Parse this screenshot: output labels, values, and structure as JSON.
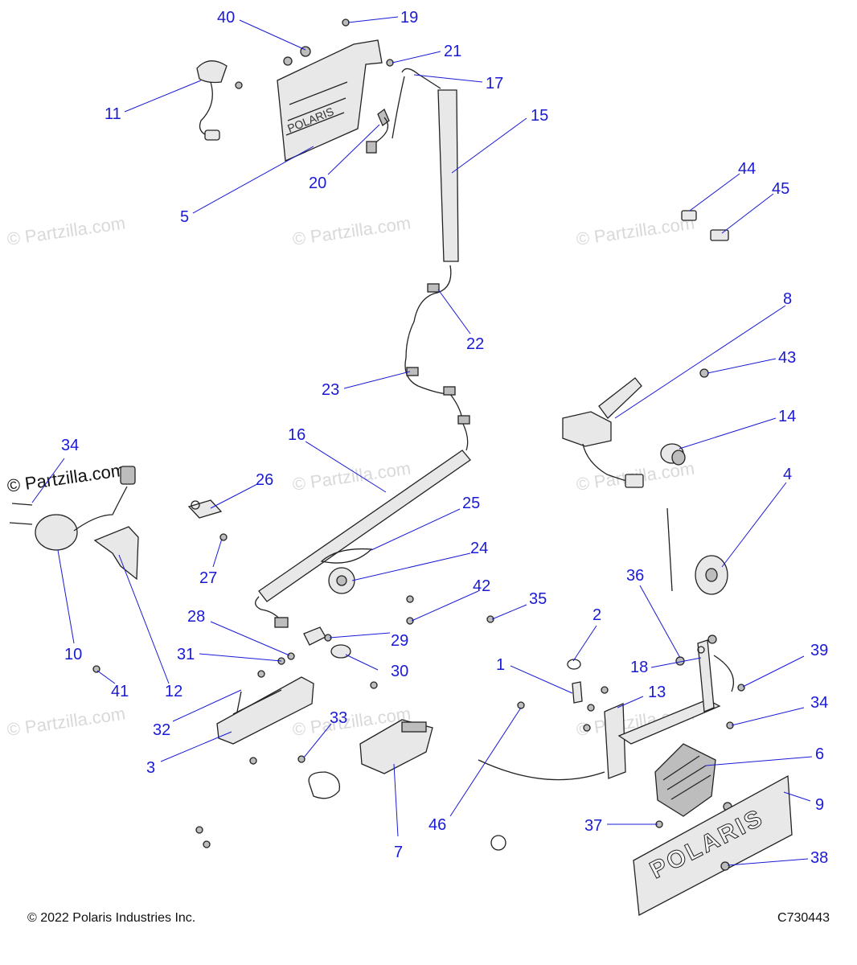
{
  "watermark_text": "© Partzilla.com",
  "brand_plate_text": "POLARIS",
  "bracket_text": "POLARIS",
  "footer": {
    "copyright": "© 2022 Polaris Industries Inc.",
    "diagram_code": "C730443"
  },
  "callouts": [
    {
      "id": "c40",
      "label": "40"
    },
    {
      "id": "c19",
      "label": "19"
    },
    {
      "id": "c21",
      "label": "21"
    },
    {
      "id": "c17",
      "label": "17"
    },
    {
      "id": "c11",
      "label": "11"
    },
    {
      "id": "c15",
      "label": "15"
    },
    {
      "id": "c20",
      "label": "20"
    },
    {
      "id": "c5",
      "label": "5"
    },
    {
      "id": "c44",
      "label": "44"
    },
    {
      "id": "c45",
      "label": "45"
    },
    {
      "id": "c22",
      "label": "22"
    },
    {
      "id": "c8",
      "label": "8"
    },
    {
      "id": "c43",
      "label": "43"
    },
    {
      "id": "c23",
      "label": "23"
    },
    {
      "id": "c14",
      "label": "14"
    },
    {
      "id": "c34a",
      "label": "34"
    },
    {
      "id": "c16",
      "label": "16"
    },
    {
      "id": "c26",
      "label": "26"
    },
    {
      "id": "c4",
      "label": "4"
    },
    {
      "id": "c25",
      "label": "25"
    },
    {
      "id": "c24",
      "label": "24"
    },
    {
      "id": "c27",
      "label": "27"
    },
    {
      "id": "c42",
      "label": "42"
    },
    {
      "id": "c36",
      "label": "36"
    },
    {
      "id": "c35",
      "label": "35"
    },
    {
      "id": "c28",
      "label": "28"
    },
    {
      "id": "c29",
      "label": "29"
    },
    {
      "id": "c2",
      "label": "2"
    },
    {
      "id": "c18",
      "label": "18"
    },
    {
      "id": "c10",
      "label": "10"
    },
    {
      "id": "c31",
      "label": "31"
    },
    {
      "id": "c39",
      "label": "39"
    },
    {
      "id": "c30",
      "label": "30"
    },
    {
      "id": "c1",
      "label": "1"
    },
    {
      "id": "c41",
      "label": "41"
    },
    {
      "id": "c12",
      "label": "12"
    },
    {
      "id": "c13",
      "label": "13"
    },
    {
      "id": "c34b",
      "label": "34"
    },
    {
      "id": "c33",
      "label": "33"
    },
    {
      "id": "c32",
      "label": "32"
    },
    {
      "id": "c6",
      "label": "6"
    },
    {
      "id": "c3",
      "label": "3"
    },
    {
      "id": "c9",
      "label": "9"
    },
    {
      "id": "c46",
      "label": "46"
    },
    {
      "id": "c37",
      "label": "37"
    },
    {
      "id": "c7",
      "label": "7"
    },
    {
      "id": "c38",
      "label": "38"
    }
  ]
}
